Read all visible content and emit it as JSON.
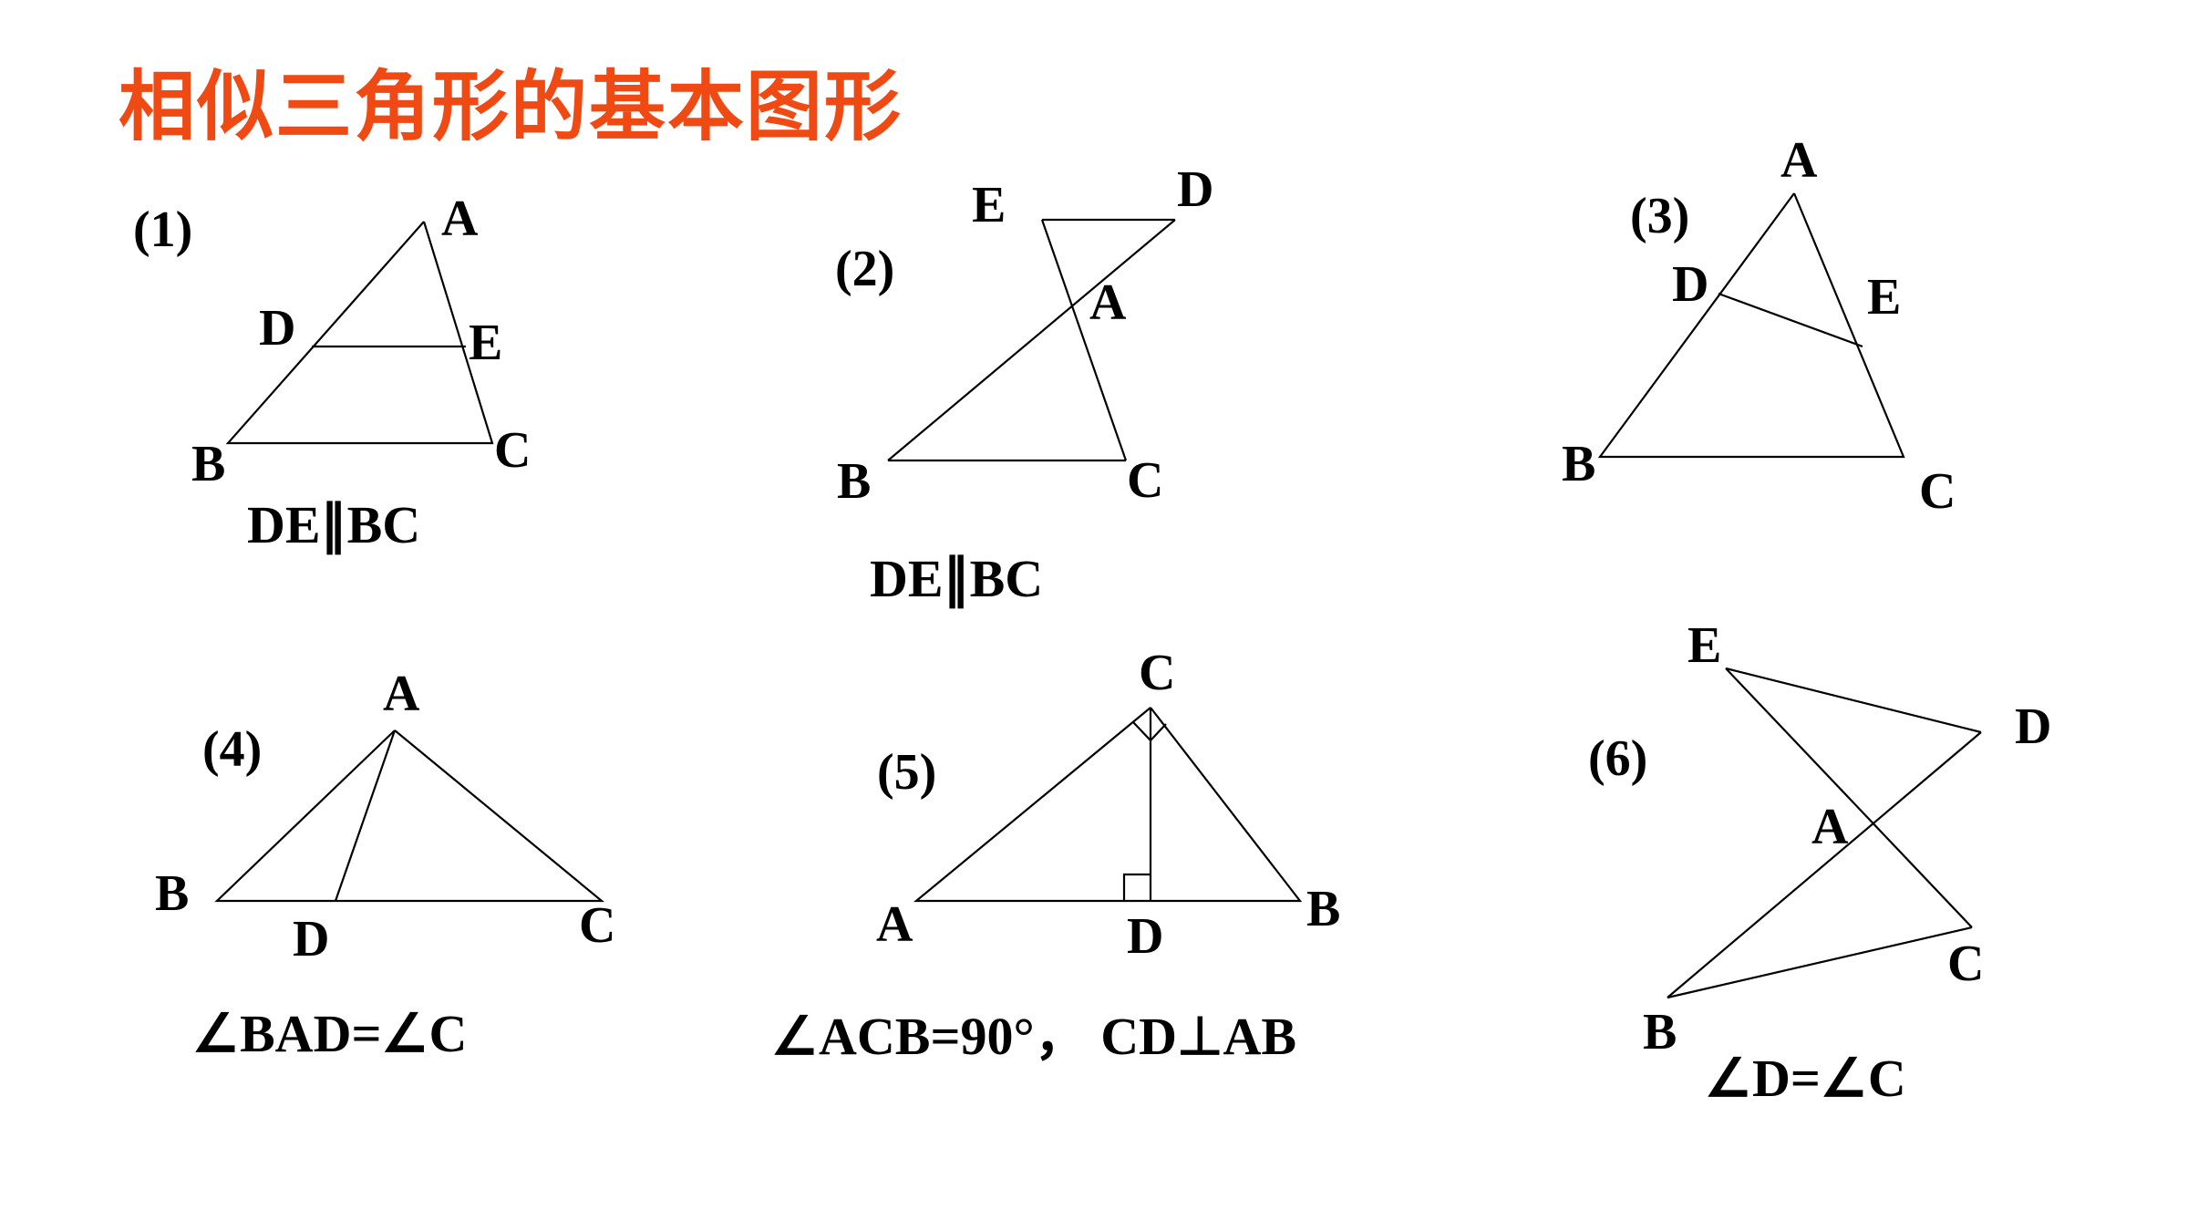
{
  "title": "相似三角形的基本图形",
  "colors": {
    "title": "#f04a14",
    "ink": "#000000",
    "background": "#ffffff"
  },
  "figures": [
    {
      "id": "1",
      "number": "(1)",
      "points": [
        "A",
        "D",
        "E",
        "B",
        "C"
      ],
      "condition": "DE∥BC"
    },
    {
      "id": "2",
      "number": "(2)",
      "points": [
        "E",
        "D",
        "A",
        "B",
        "C"
      ],
      "condition": "DE∥BC"
    },
    {
      "id": "3",
      "number": "(3)",
      "points": [
        "A",
        "D",
        "E",
        "B",
        "C"
      ],
      "condition": ""
    },
    {
      "id": "4",
      "number": "(4)",
      "points": [
        "A",
        "B",
        "D",
        "C"
      ],
      "condition": "∠BAD=∠C"
    },
    {
      "id": "5",
      "number": "(5)",
      "points": [
        "C",
        "A",
        "D",
        "B"
      ],
      "condition": "∠ACB=90°， CD⊥AB"
    },
    {
      "id": "6",
      "number": "(6)",
      "points": [
        "E",
        "D",
        "A",
        "C",
        "B"
      ],
      "condition": "∠D=∠C"
    }
  ]
}
